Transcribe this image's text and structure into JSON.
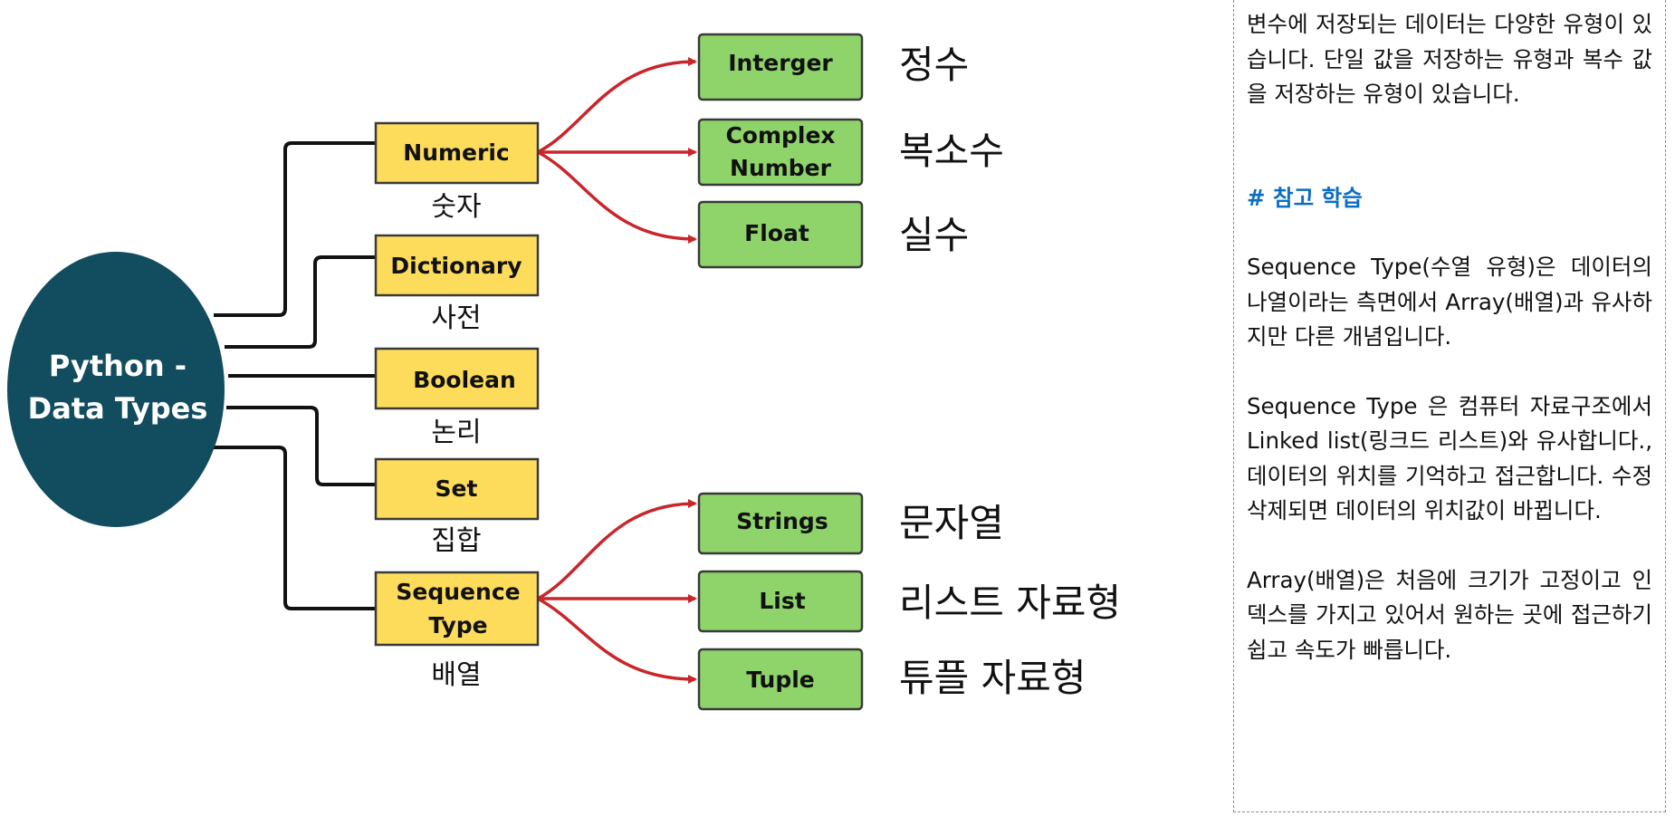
{
  "diagram": {
    "root": {
      "line1": "Python -",
      "line2": "Data Types"
    },
    "categories": [
      {
        "id": "numeric",
        "label": "Numeric",
        "korean": "숫자"
      },
      {
        "id": "dictionary",
        "label": "Dictionary",
        "korean": "사전"
      },
      {
        "id": "boolean",
        "label": "Boolean",
        "korean": "논리"
      },
      {
        "id": "set",
        "label": "Set",
        "korean": "집합"
      },
      {
        "id": "sequence",
        "label_line1": "Sequence",
        "label_line2": "Type",
        "korean": "배열"
      }
    ],
    "numeric_types": [
      {
        "label": "Interger",
        "korean": "정수"
      },
      {
        "label_line1": "Complex",
        "label_line2": "Number",
        "korean": "복소수"
      },
      {
        "label": "Float",
        "korean": "실수"
      }
    ],
    "sequence_types": [
      {
        "label": "Strings",
        "korean": "문자열"
      },
      {
        "label": "List",
        "korean": "리스트 자료형"
      },
      {
        "label": "Tuple",
        "korean": "튜플 자료형"
      }
    ],
    "colors": {
      "root_fill": "#124c5f",
      "category_fill": "#fddc5c",
      "leaf_fill": "#8ed46a",
      "arrow": "#c9262b",
      "connector": "#111111"
    }
  },
  "note": {
    "intro": "변수에 저장되는 데이터는 다양한 유형이 있습니다. 단일 값을 저장하는 유형과 복수 값을 저장하는 유형이 있습니다.",
    "heading": "# 참고 학습",
    "paragraphs": [
      "Sequence Type(수열 유형)은 데이터의 나열이라는 측면에서 Array(배열)과 유사하지만 다른 개념입니다.",
      "Sequence Type 은 컴퓨터 자료구조에서 Linked list(링크드 리스트)와 유사합니다., 데이터의 위치를 기억하고 접근합니다. 수정 삭제되면 데이터의 위치값이 바뀝니다.",
      "Array(배열)은 처음에 크기가 고정이고 인덱스를 가지고 있어서 원하는 곳에 접근하기 쉽고 속도가 빠릅니다."
    ]
  }
}
